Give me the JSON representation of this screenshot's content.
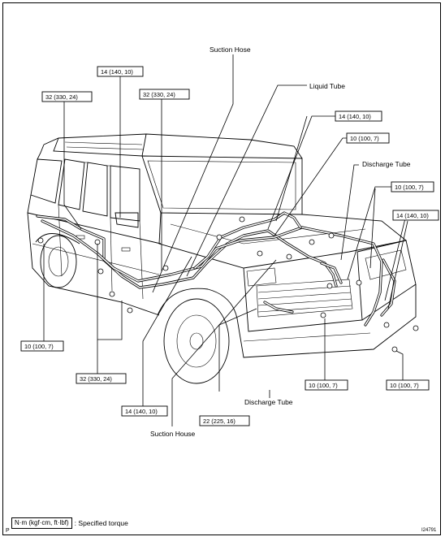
{
  "labels": {
    "suction_hose": "Suction Hose",
    "liquid_tube": "Liquid Tube",
    "discharge_tube_top": "Discharge Tube",
    "discharge_tube_bottom": "Discharge Tube",
    "suction_house": "Suction House"
  },
  "torque_boxes": [
    "14 (140, 10)",
    "32 (330, 24)",
    "32 (330, 24)",
    "14 (140, 10)",
    "10 (100, 7)",
    "10 (100, 7)",
    "14 (140, 10)",
    "10 (100, 7)",
    "32 (330, 24)",
    "10 (100, 7)",
    "10 (100, 7)",
    "14 (140, 10)",
    "22 (225, 16)"
  ],
  "legend": {
    "box": "N·m (kgf·cm, ft·lbf)",
    "text": ": Specified torque"
  },
  "corner_letter": "P",
  "figure_id": "I24791"
}
